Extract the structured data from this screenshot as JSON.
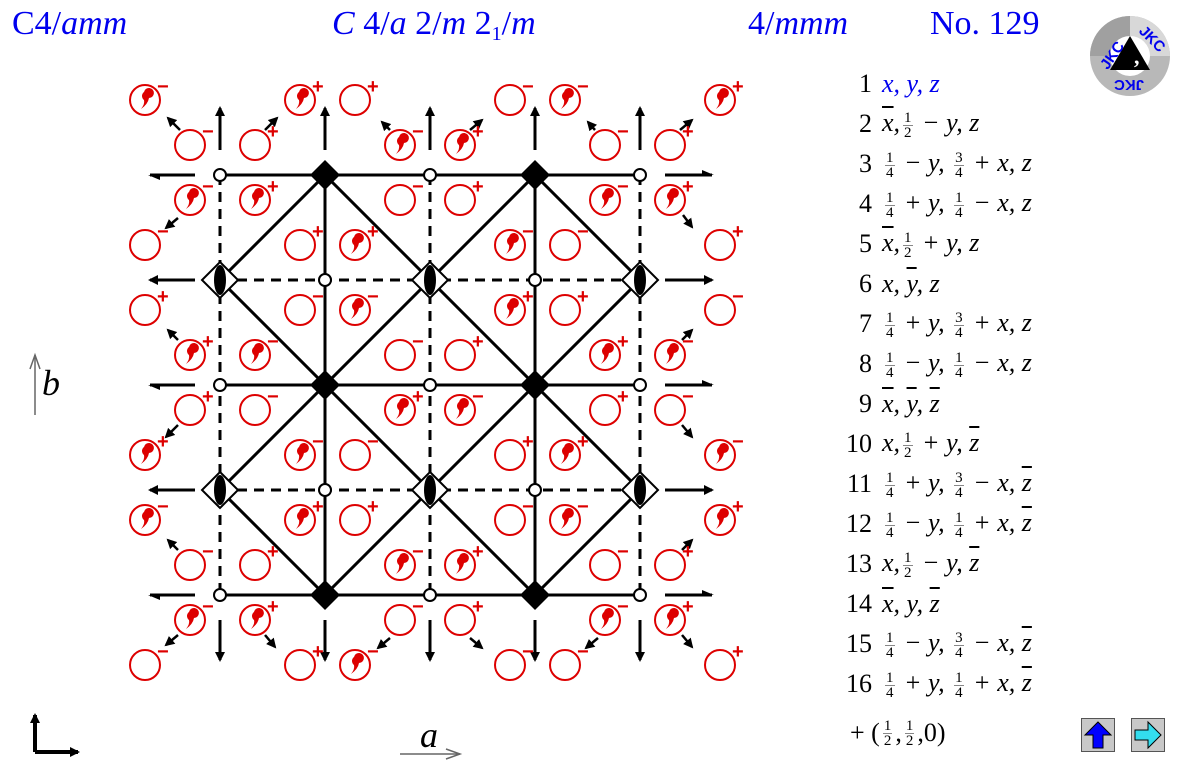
{
  "header": {
    "short_symbol": {
      "prefix": "C4/",
      "italic": "amm"
    },
    "full_symbol": {
      "C": "C",
      "p1": " 4/",
      "i1": "a",
      "p2": " 2/",
      "i2": "m",
      "p3": " 2",
      "sub": "1",
      "p4": "/",
      "i3": "m"
    },
    "point_group": {
      "prefix": "4/",
      "italic": "mmm"
    },
    "number": "No. 129"
  },
  "logo": {
    "text": "JKC",
    "icon": "jkc-logo-icon"
  },
  "axes": {
    "a_label": "a",
    "b_label": "b"
  },
  "colors": {
    "title": "#0000ee",
    "atoms": "#dd0000",
    "symmetry": "#000000",
    "button_bg": "#c8c8c8",
    "up_arrow": "#0000ff",
    "right_arrow": "#33ddee"
  },
  "operations": [
    {
      "n": "1",
      "html_parts": [
        "x, y, z"
      ]
    },
    {
      "n": "2",
      "parts": [
        [
          "ov",
          "x"
        ],
        [
          ",",
          ""
        ],
        [
          "frac",
          "1",
          "2"
        ],
        [
          " − y, z",
          ""
        ]
      ]
    },
    {
      "n": "3",
      "parts": [
        [
          "frac",
          "1",
          "4"
        ],
        [
          " − y, ",
          ""
        ],
        [
          "frac",
          "3",
          "4"
        ],
        [
          " + x, z",
          ""
        ]
      ]
    },
    {
      "n": "4",
      "parts": [
        [
          "frac",
          "1",
          "4"
        ],
        [
          " + y, ",
          ""
        ],
        [
          "frac",
          "1",
          "4"
        ],
        [
          " − x, z",
          ""
        ]
      ]
    },
    {
      "n": "5",
      "parts": [
        [
          "ov",
          "x"
        ],
        [
          ",",
          ""
        ],
        [
          "frac",
          "1",
          "2"
        ],
        [
          " + y, z",
          ""
        ]
      ]
    },
    {
      "n": "6",
      "parts": [
        [
          "x, ",
          ""
        ],
        [
          "ov",
          "y"
        ],
        [
          ", z",
          ""
        ]
      ]
    },
    {
      "n": "7",
      "parts": [
        [
          "frac",
          "1",
          "4"
        ],
        [
          " + y, ",
          ""
        ],
        [
          "frac",
          "3",
          "4"
        ],
        [
          " + x, z",
          ""
        ]
      ]
    },
    {
      "n": "8",
      "parts": [
        [
          "frac",
          "1",
          "4"
        ],
        [
          " − y, ",
          ""
        ],
        [
          "frac",
          "1",
          "4"
        ],
        [
          " − x, z",
          ""
        ]
      ]
    },
    {
      "n": "9",
      "parts": [
        [
          "ov",
          "x"
        ],
        [
          ", ",
          ""
        ],
        [
          "ov",
          "y"
        ],
        [
          ", ",
          ""
        ],
        [
          "ov",
          "z"
        ]
      ]
    },
    {
      "n": "10",
      "parts": [
        [
          "x,",
          ""
        ],
        [
          "frac",
          "1",
          "2"
        ],
        [
          " + y, ",
          ""
        ],
        [
          "ov",
          "z"
        ]
      ]
    },
    {
      "n": "11",
      "parts": [
        [
          "frac",
          "1",
          "4"
        ],
        [
          " + y, ",
          ""
        ],
        [
          "frac",
          "3",
          "4"
        ],
        [
          " − x, ",
          ""
        ],
        [
          "ov",
          "z"
        ]
      ]
    },
    {
      "n": "12",
      "parts": [
        [
          "frac",
          "1",
          "4"
        ],
        [
          " − y, ",
          ""
        ],
        [
          "frac",
          "1",
          "4"
        ],
        [
          " + x, ",
          ""
        ],
        [
          "ov",
          "z"
        ]
      ]
    },
    {
      "n": "13",
      "parts": [
        [
          "x,",
          ""
        ],
        [
          "frac",
          "1",
          "2"
        ],
        [
          " − y, ",
          ""
        ],
        [
          "ov",
          "z"
        ]
      ]
    },
    {
      "n": "14",
      "parts": [
        [
          "ov",
          "x"
        ],
        [
          ", y, ",
          ""
        ],
        [
          "ov",
          "z"
        ]
      ]
    },
    {
      "n": "15",
      "parts": [
        [
          "frac",
          "1",
          "4"
        ],
        [
          " − y, ",
          ""
        ],
        [
          "frac",
          "3",
          "4"
        ],
        [
          " − x, ",
          ""
        ],
        [
          "ov",
          "z"
        ]
      ]
    },
    {
      "n": "16",
      "parts": [
        [
          "frac",
          "1",
          "4"
        ],
        [
          " + y, ",
          ""
        ],
        [
          "frac",
          "1",
          "4"
        ],
        [
          " + x, ",
          ""
        ],
        [
          "ov",
          "z"
        ]
      ]
    }
  ],
  "centering": {
    "prefix": "+ (",
    "f1": [
      "1",
      "2"
    ],
    "f2": [
      "1",
      "2"
    ],
    "suffix": ",0)"
  },
  "nav": {
    "up_icon": "up-arrow-icon",
    "next_icon": "right-arrow-icon"
  },
  "diagram": {
    "grid_x": [
      220,
      325,
      430,
      535,
      640
    ],
    "grid_y": [
      175,
      280,
      385,
      490,
      595
    ],
    "atoms": [
      [
        145,
        100,
        1,
        "−"
      ],
      [
        300,
        100,
        1,
        "+"
      ],
      [
        355,
        100,
        0,
        "+"
      ],
      [
        510,
        100,
        0,
        "−"
      ],
      [
        565,
        100,
        1,
        "−"
      ],
      [
        720,
        100,
        1,
        "+"
      ],
      [
        190,
        145,
        0,
        "−"
      ],
      [
        255,
        145,
        0,
        "+"
      ],
      [
        400,
        145,
        1,
        "−"
      ],
      [
        460,
        145,
        1,
        "+"
      ],
      [
        605,
        145,
        0,
        "−"
      ],
      [
        670,
        145,
        0,
        "+"
      ],
      [
        190,
        200,
        1,
        "−"
      ],
      [
        255,
        200,
        1,
        "+"
      ],
      [
        400,
        200,
        0,
        "−"
      ],
      [
        460,
        200,
        0,
        "+"
      ],
      [
        605,
        200,
        1,
        "−"
      ],
      [
        670,
        200,
        1,
        "+"
      ],
      [
        145,
        245,
        0,
        "−"
      ],
      [
        300,
        245,
        0,
        "+"
      ],
      [
        355,
        245,
        1,
        "+"
      ],
      [
        510,
        245,
        1,
        "−"
      ],
      [
        565,
        245,
        0,
        "−"
      ],
      [
        720,
        245,
        0,
        "+"
      ],
      [
        145,
        310,
        0,
        "+"
      ],
      [
        300,
        310,
        0,
        "−"
      ],
      [
        355,
        310,
        1,
        "−"
      ],
      [
        510,
        310,
        1,
        "+"
      ],
      [
        565,
        310,
        0,
        "+"
      ],
      [
        720,
        310,
        0,
        "−"
      ],
      [
        190,
        355,
        1,
        "+"
      ],
      [
        255,
        355,
        1,
        "−"
      ],
      [
        400,
        355,
        0,
        "−"
      ],
      [
        460,
        355,
        0,
        "+"
      ],
      [
        605,
        355,
        1,
        "+"
      ],
      [
        670,
        355,
        1,
        "−"
      ],
      [
        190,
        410,
        0,
        "+"
      ],
      [
        255,
        410,
        0,
        "−"
      ],
      [
        400,
        410,
        1,
        "+"
      ],
      [
        460,
        410,
        1,
        "−"
      ],
      [
        605,
        410,
        0,
        "+"
      ],
      [
        670,
        410,
        0,
        "−"
      ],
      [
        145,
        455,
        1,
        "+"
      ],
      [
        300,
        455,
        1,
        "−"
      ],
      [
        355,
        455,
        0,
        "−"
      ],
      [
        510,
        455,
        0,
        "+"
      ],
      [
        565,
        455,
        1,
        "+"
      ],
      [
        720,
        455,
        1,
        "−"
      ],
      [
        145,
        520,
        1,
        "−"
      ],
      [
        300,
        520,
        1,
        "+"
      ],
      [
        355,
        520,
        0,
        "+"
      ],
      [
        510,
        520,
        0,
        "−"
      ],
      [
        565,
        520,
        1,
        "−"
      ],
      [
        720,
        520,
        1,
        "+"
      ],
      [
        190,
        565,
        0,
        "−"
      ],
      [
        255,
        565,
        0,
        "+"
      ],
      [
        400,
        565,
        1,
        "−"
      ],
      [
        460,
        565,
        1,
        "+"
      ],
      [
        605,
        565,
        0,
        "−"
      ],
      [
        670,
        565,
        0,
        "+"
      ],
      [
        190,
        620,
        1,
        "−"
      ],
      [
        255,
        620,
        1,
        "+"
      ],
      [
        400,
        620,
        0,
        "−"
      ],
      [
        460,
        620,
        0,
        "+"
      ],
      [
        605,
        620,
        1,
        "−"
      ],
      [
        670,
        620,
        1,
        "+"
      ],
      [
        145,
        665,
        0,
        "−"
      ],
      [
        300,
        665,
        0,
        "+"
      ],
      [
        355,
        665,
        1,
        "−"
      ],
      [
        510,
        665,
        0,
        "−"
      ],
      [
        565,
        665,
        0,
        "−"
      ],
      [
        720,
        665,
        0,
        "+"
      ]
    ]
  }
}
